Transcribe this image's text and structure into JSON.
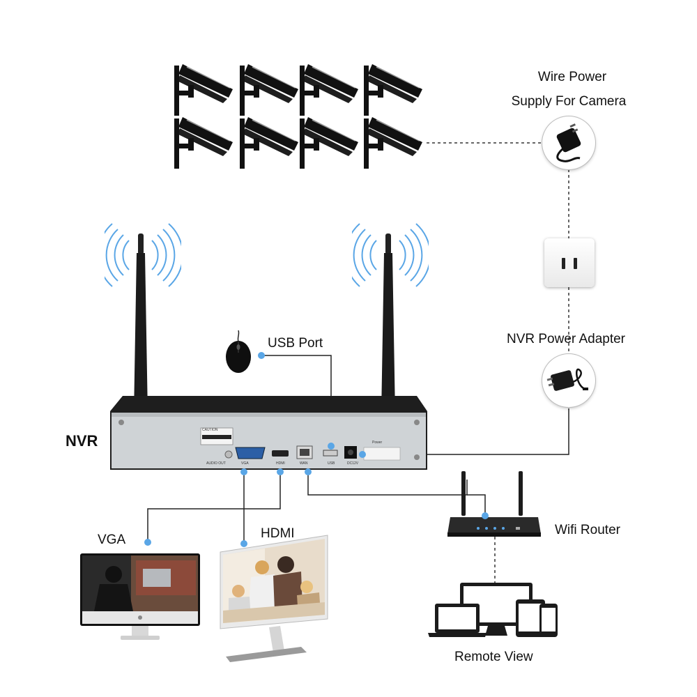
{
  "labels": {
    "wire_power_line1": "Wire Power",
    "wire_power_line2": "Supply For Camera",
    "usb_port": "USB Port",
    "nvr_power_adapter": "NVR Power Adapter",
    "nvr": "NVR",
    "wifi_router": "Wifi Router",
    "vga": "VGA",
    "hdmi": "HDMI",
    "remote_view": "Remote View"
  },
  "nvr_panel": {
    "caution": "CAUTION",
    "audio_out": "AUDIO OUT",
    "vga": "VGA",
    "hdmi": "HDMI",
    "wan": "WAN",
    "usb": "USB",
    "dc": "DC12V",
    "power": "Power"
  },
  "camera_count": 8,
  "colors": {
    "connector_dot": "#5aa6e6",
    "wifi_waves": "#5aa6e6",
    "wire": "#222222",
    "nvr_body": "#1e1e1e",
    "nvr_panel": "#cfd3d6"
  }
}
